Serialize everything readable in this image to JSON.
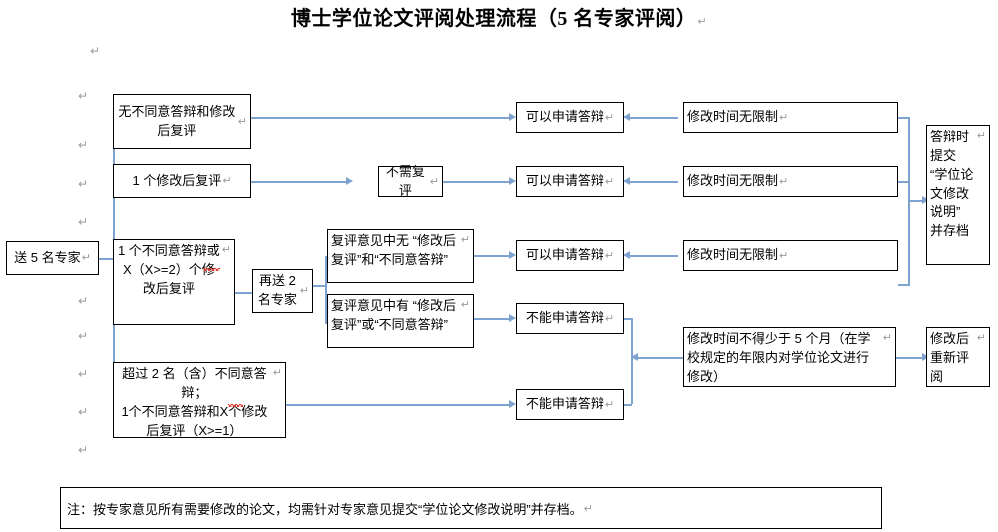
{
  "document": {
    "title": "博士学位论文评阅处理流程（5 名专家评阅）",
    "pilcrow": "↵"
  },
  "nodes": {
    "start": "送 5 名专家",
    "branch_none": "无不同意答辩和修改后复评",
    "branch_one_revise": "1 个修改后复评",
    "branch_one_disagree": "1 个不同意答辩或 X（X>=2）个修改后复评",
    "branch_over_two": "超过 2 名（含）不同意答辩；\n1个不同意答辩和X个修改后复评（X>=1）",
    "resend": "再送 2 名专家",
    "no_review_needed": "不需复评",
    "review_no_bad": "复评意见中无 “修改后复评”和“不同意答辩”",
    "review_has_bad": "复评意见中有 “修改后复评”或“不同意答辩”",
    "can_apply_1": "可以申请答辩",
    "can_apply_2": "可以申请答辩",
    "can_apply_3": "可以申请答辩",
    "cannot_apply_1": "不能申请答辩",
    "cannot_apply_2": "不能申请答辩",
    "no_time_limit_1": "修改时间无限制",
    "no_time_limit_2": "修改时间无限制",
    "no_time_limit_3": "修改时间无限制",
    "min_five_months": "修改时间不得少于 5 个月（在学校规定的年限内对学位论文进行修改）",
    "submit_statement": "答辩时提交 “学位论文修改说明” 并存档",
    "re_review": "修改后重新评阅"
  },
  "footer": {
    "note": "注：按专家意见所有需要修改的论文，均需针对专家意见提交“学位论文修改说明”并存档。"
  },
  "colors": {
    "connector": "#7fa3d0",
    "box_border": "#000000",
    "spellcheck": "#e03a2f",
    "pilcrow": "#9a9a9a",
    "background": "#ffffff"
  }
}
